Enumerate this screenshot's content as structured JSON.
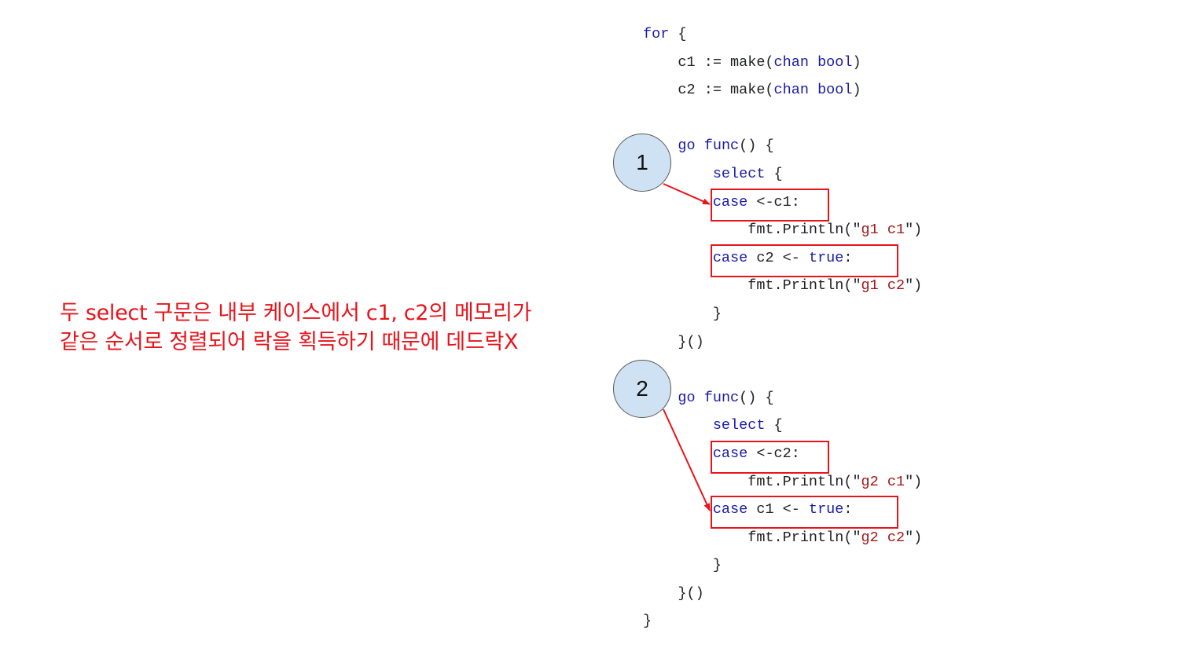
{
  "code": {
    "lines": [
      [
        {
          "t": "for",
          "c": "kw"
        },
        {
          "t": " {",
          "c": ""
        }
      ],
      [
        {
          "t": "    c1 := make(",
          "c": ""
        },
        {
          "t": "chan",
          "c": "kw"
        },
        {
          "t": " ",
          "c": ""
        },
        {
          "t": "bool",
          "c": "kw"
        },
        {
          "t": ")",
          "c": ""
        }
      ],
      [
        {
          "t": "    c2 := make(",
          "c": ""
        },
        {
          "t": "chan",
          "c": "kw"
        },
        {
          "t": " ",
          "c": ""
        },
        {
          "t": "bool",
          "c": "kw"
        },
        {
          "t": ")",
          "c": ""
        }
      ],
      [],
      [
        {
          "t": "    ",
          "c": ""
        },
        {
          "t": "go",
          "c": "kw"
        },
        {
          "t": " ",
          "c": ""
        },
        {
          "t": "func",
          "c": "kw"
        },
        {
          "t": "() {",
          "c": ""
        }
      ],
      [
        {
          "t": "        ",
          "c": ""
        },
        {
          "t": "select",
          "c": "kw"
        },
        {
          "t": " {",
          "c": ""
        }
      ],
      [
        {
          "t": "        ",
          "c": ""
        },
        {
          "t": "case",
          "c": "kw"
        },
        {
          "t": " <-c1:",
          "c": ""
        }
      ],
      [
        {
          "t": "            fmt.Println(\"",
          "c": ""
        },
        {
          "t": "g1 c1",
          "c": "str"
        },
        {
          "t": "\")",
          "c": ""
        }
      ],
      [
        {
          "t": "        ",
          "c": ""
        },
        {
          "t": "case",
          "c": "kw"
        },
        {
          "t": " c2 <- ",
          "c": ""
        },
        {
          "t": "true",
          "c": "kw"
        },
        {
          "t": ":",
          "c": ""
        }
      ],
      [
        {
          "t": "            fmt.Println(\"",
          "c": ""
        },
        {
          "t": "g1 c2",
          "c": "str"
        },
        {
          "t": "\")",
          "c": ""
        }
      ],
      [
        {
          "t": "        }",
          "c": ""
        }
      ],
      [
        {
          "t": "    }()",
          "c": ""
        }
      ],
      [],
      [
        {
          "t": "    ",
          "c": ""
        },
        {
          "t": "go",
          "c": "kw"
        },
        {
          "t": " ",
          "c": ""
        },
        {
          "t": "func",
          "c": "kw"
        },
        {
          "t": "() {",
          "c": ""
        }
      ],
      [
        {
          "t": "        ",
          "c": ""
        },
        {
          "t": "select",
          "c": "kw"
        },
        {
          "t": " {",
          "c": ""
        }
      ],
      [
        {
          "t": "        ",
          "c": ""
        },
        {
          "t": "case",
          "c": "kw"
        },
        {
          "t": " <-c2:",
          "c": ""
        }
      ],
      [
        {
          "t": "            fmt.Println(\"",
          "c": ""
        },
        {
          "t": "g2 c1",
          "c": "str"
        },
        {
          "t": "\")",
          "c": ""
        }
      ],
      [
        {
          "t": "        ",
          "c": ""
        },
        {
          "t": "case",
          "c": "kw"
        },
        {
          "t": " c1 <- ",
          "c": ""
        },
        {
          "t": "true",
          "c": "kw"
        },
        {
          "t": ":",
          "c": ""
        }
      ],
      [
        {
          "t": "            fmt.Println(\"",
          "c": ""
        },
        {
          "t": "g2 c2",
          "c": "str"
        },
        {
          "t": "\")",
          "c": ""
        }
      ],
      [
        {
          "t": "        }",
          "c": ""
        }
      ],
      [
        {
          "t": "    }()",
          "c": ""
        }
      ],
      [
        {
          "t": "}",
          "c": ""
        }
      ]
    ]
  },
  "markers": {
    "m1": "1",
    "m2": "2"
  },
  "annotation": {
    "line1": "두 select 구문은 내부 케이스에서 c1, c2의 메모리가",
    "line2": "같은 순서로 정렬되어 락을 획득하기 때문에 데드락X"
  },
  "colors": {
    "keyword": "#1a1aa6",
    "string": "#a31515",
    "highlight": "#e8141b",
    "marker_fill": "#cfe2f3"
  }
}
